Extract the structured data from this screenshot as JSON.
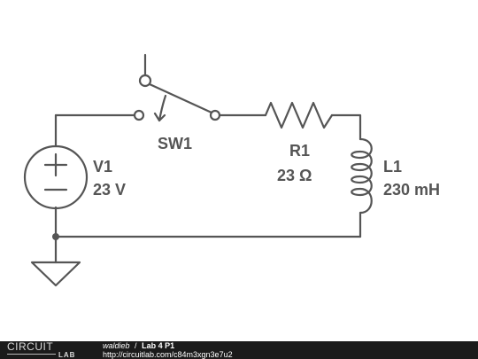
{
  "components": {
    "source": {
      "name": "V1",
      "value": "23 V"
    },
    "switch": {
      "name": "SW1"
    },
    "resistor": {
      "name": "R1",
      "value": "23 Ω"
    },
    "inductor": {
      "name": "L1",
      "value": "230 mH"
    }
  },
  "footer": {
    "logo_top": "CIRCUIT",
    "logo_bottom": "LAB",
    "author": "waldieb",
    "separator": "/",
    "title": "Lab 4 P1",
    "url": "http://circuitlab.com/c84m3xgn3e7u2"
  },
  "colors": {
    "wire": "#555555",
    "footer_bg": "#1b1b1b",
    "footer_text": "#ffffff"
  }
}
